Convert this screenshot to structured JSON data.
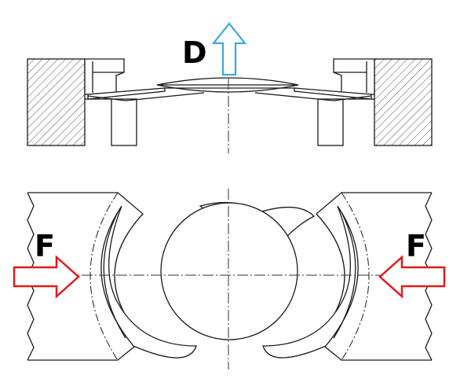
{
  "labels": {
    "displacement": "D",
    "force_left": "F",
    "force_right": "F"
  },
  "colors": {
    "line": "#1a1a1a",
    "hatch": "#555555",
    "centerline": "#333333",
    "displacement_arrow": "#39a9dc",
    "force_arrow": "#e01b1b"
  },
  "icons": {
    "displacement_arrow": "arrow-up-outline",
    "force_arrows": "arrow-horizontal-outline"
  }
}
